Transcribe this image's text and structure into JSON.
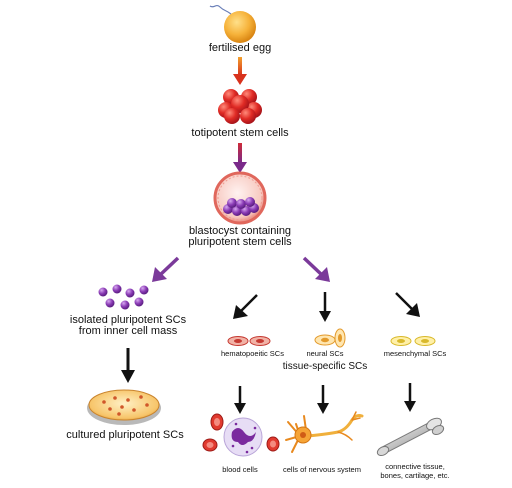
{
  "diagram": {
    "stages": {
      "fertilised_egg": "fertilised egg",
      "totipotent": "totipotent stem cells",
      "blastocyst_line1": "blastocyst containing",
      "blastocyst_line2": "pluripotent stem cells",
      "isolated_line1": "isolated pluripotent SCs",
      "isolated_line2": "from inner cell mass",
      "cultured": "cultured pluripotent SCs",
      "hematopoietic": "hematopoeitic SCs",
      "neural": "neural SCs",
      "mesenchymal": "mesenchymal SCs",
      "tissue_specific": "tissue-specific SCs",
      "blood_cells": "blood cells",
      "nervous_cells": "cells of nervous system",
      "connective_line1": "connective tissue,",
      "connective_line2": "bones, cartilage, etc."
    },
    "colors": {
      "egg": "#f4a62a",
      "totipotent": "#d8282a",
      "purple": "#7b3a9a",
      "arrow_dark": "#111111",
      "arrow_orange": "#e8701a",
      "arrow_red": "#b8234a"
    }
  }
}
